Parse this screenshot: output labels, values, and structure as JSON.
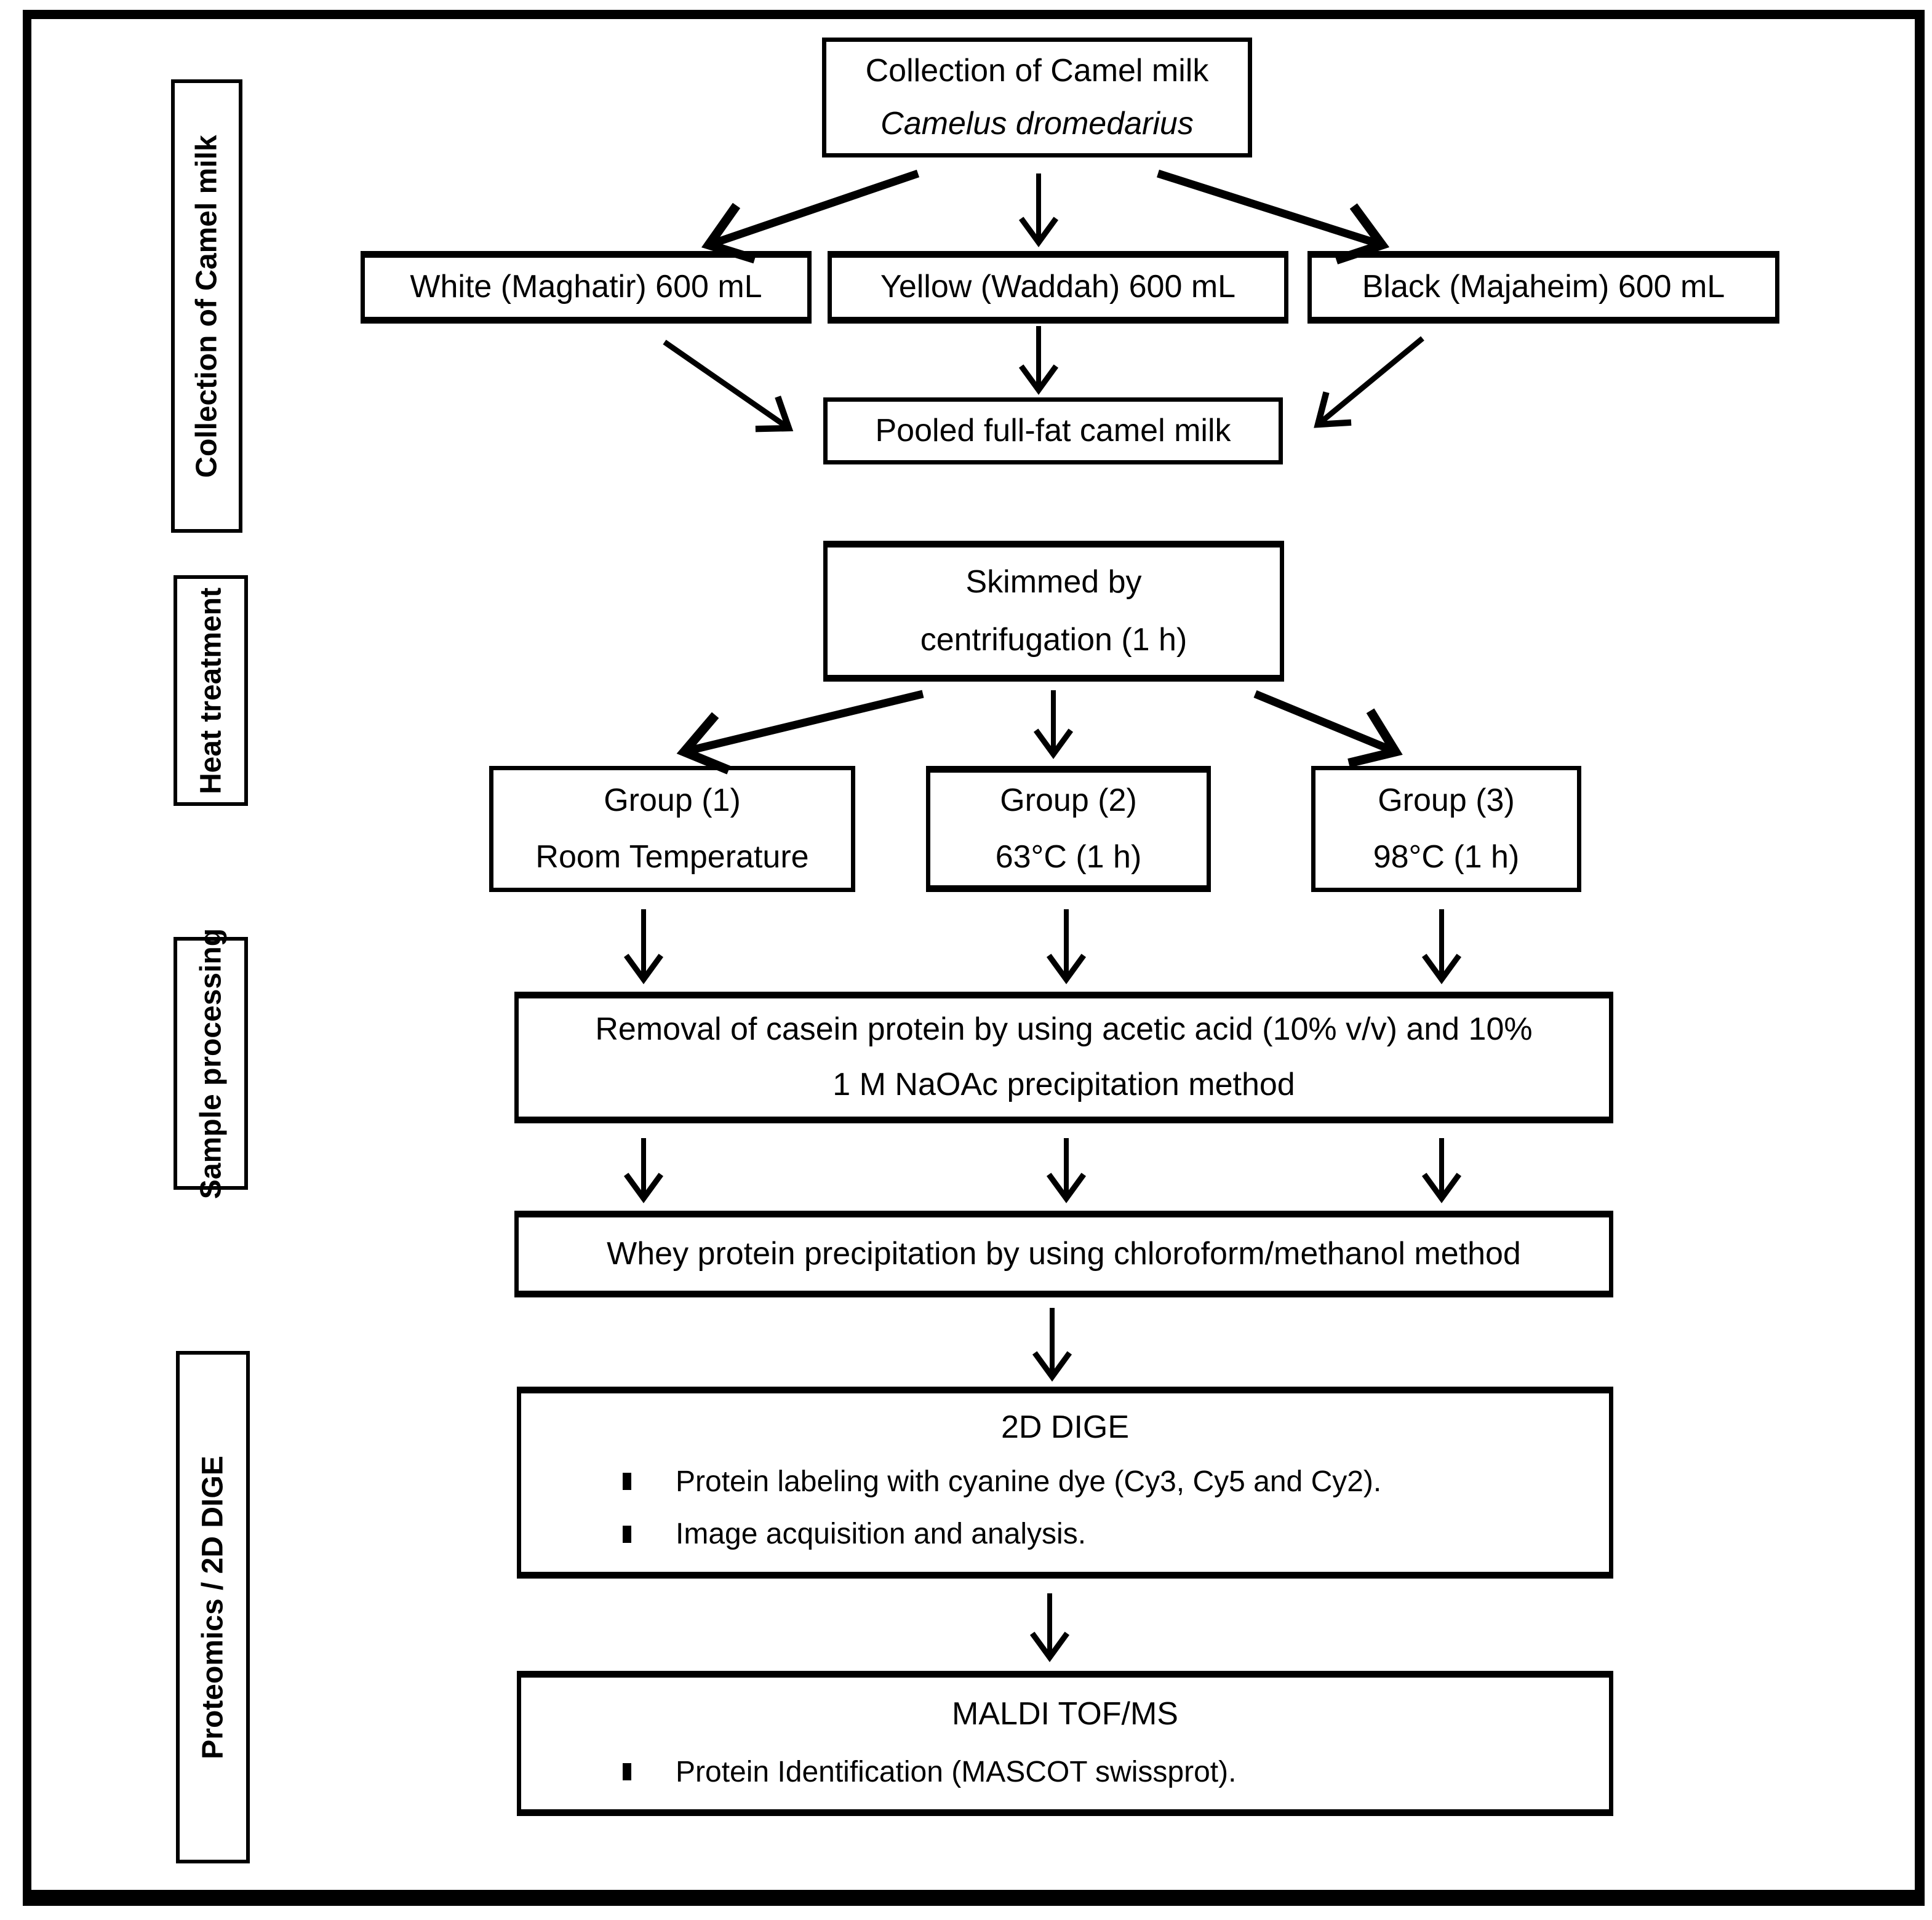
{
  "figure": {
    "type": "flowchart",
    "background_color": "#ffffff",
    "ink_color": "#000000"
  },
  "sidebar": {
    "labels": [
      "Collection of Camel milk",
      "Heat treatment",
      "Sample processing",
      "Proteomics / 2D DIGE"
    ]
  },
  "flow": {
    "top_box": {
      "line1": "Collection of Camel milk",
      "line2": "Camelus dromedarius"
    },
    "milk_boxes": [
      "White (Maghatir) 600 mL",
      "Yellow (Waddah) 600 mL",
      "Black (Majaheim) 600 mL"
    ],
    "pooled_box": "Pooled full-fat camel milk",
    "skimmed_box": {
      "line1": "Skimmed by",
      "line2": "centrifugation (1 h)"
    },
    "group_boxes": [
      {
        "line1": "Group (1)",
        "line2": "Room Temperature"
      },
      {
        "line1": "Group (2)",
        "line2": "63°C (1 h)"
      },
      {
        "line1": "Group (3)",
        "line2": "98°C (1 h)"
      }
    ],
    "removal_box": {
      "line1": "Removal of casein protein by using acetic acid (10% v/v) and 10%",
      "line2": "1 M NaOAc precipitation method"
    },
    "whey_box": "Whey protein precipitation by using chloroform/methanol method",
    "dige_box": {
      "title": "2D DIGE",
      "bullets": [
        "Protein labeling with cyanine dye (Cy3, Cy5 and Cy2).",
        "Image acquisition and analysis."
      ]
    },
    "maldi_box": {
      "title": "MALDI TOF/MS",
      "bullets": [
        "Protein Identification (MASCOT swissprot)."
      ]
    }
  }
}
